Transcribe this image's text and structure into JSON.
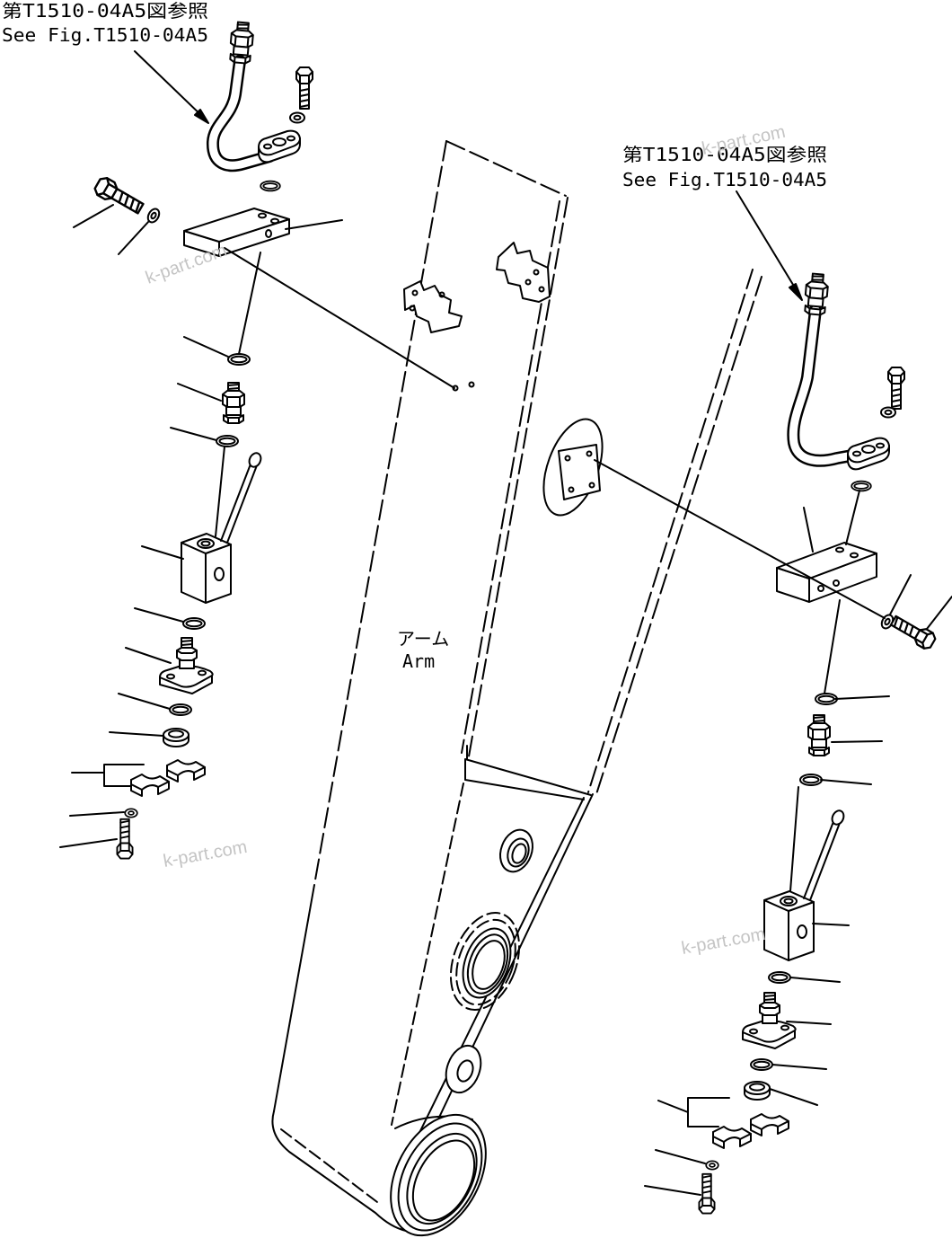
{
  "callouts": {
    "left": {
      "jp": "第T1510-04A5図参照",
      "en": "See Fig.T1510-04A5"
    },
    "right": {
      "jp": "第T1510-04A5図参照",
      "en": "See Fig.T1510-04A5"
    }
  },
  "arm_label": {
    "jp": "アーム",
    "en": "Arm"
  },
  "watermark": "k-part.com"
}
